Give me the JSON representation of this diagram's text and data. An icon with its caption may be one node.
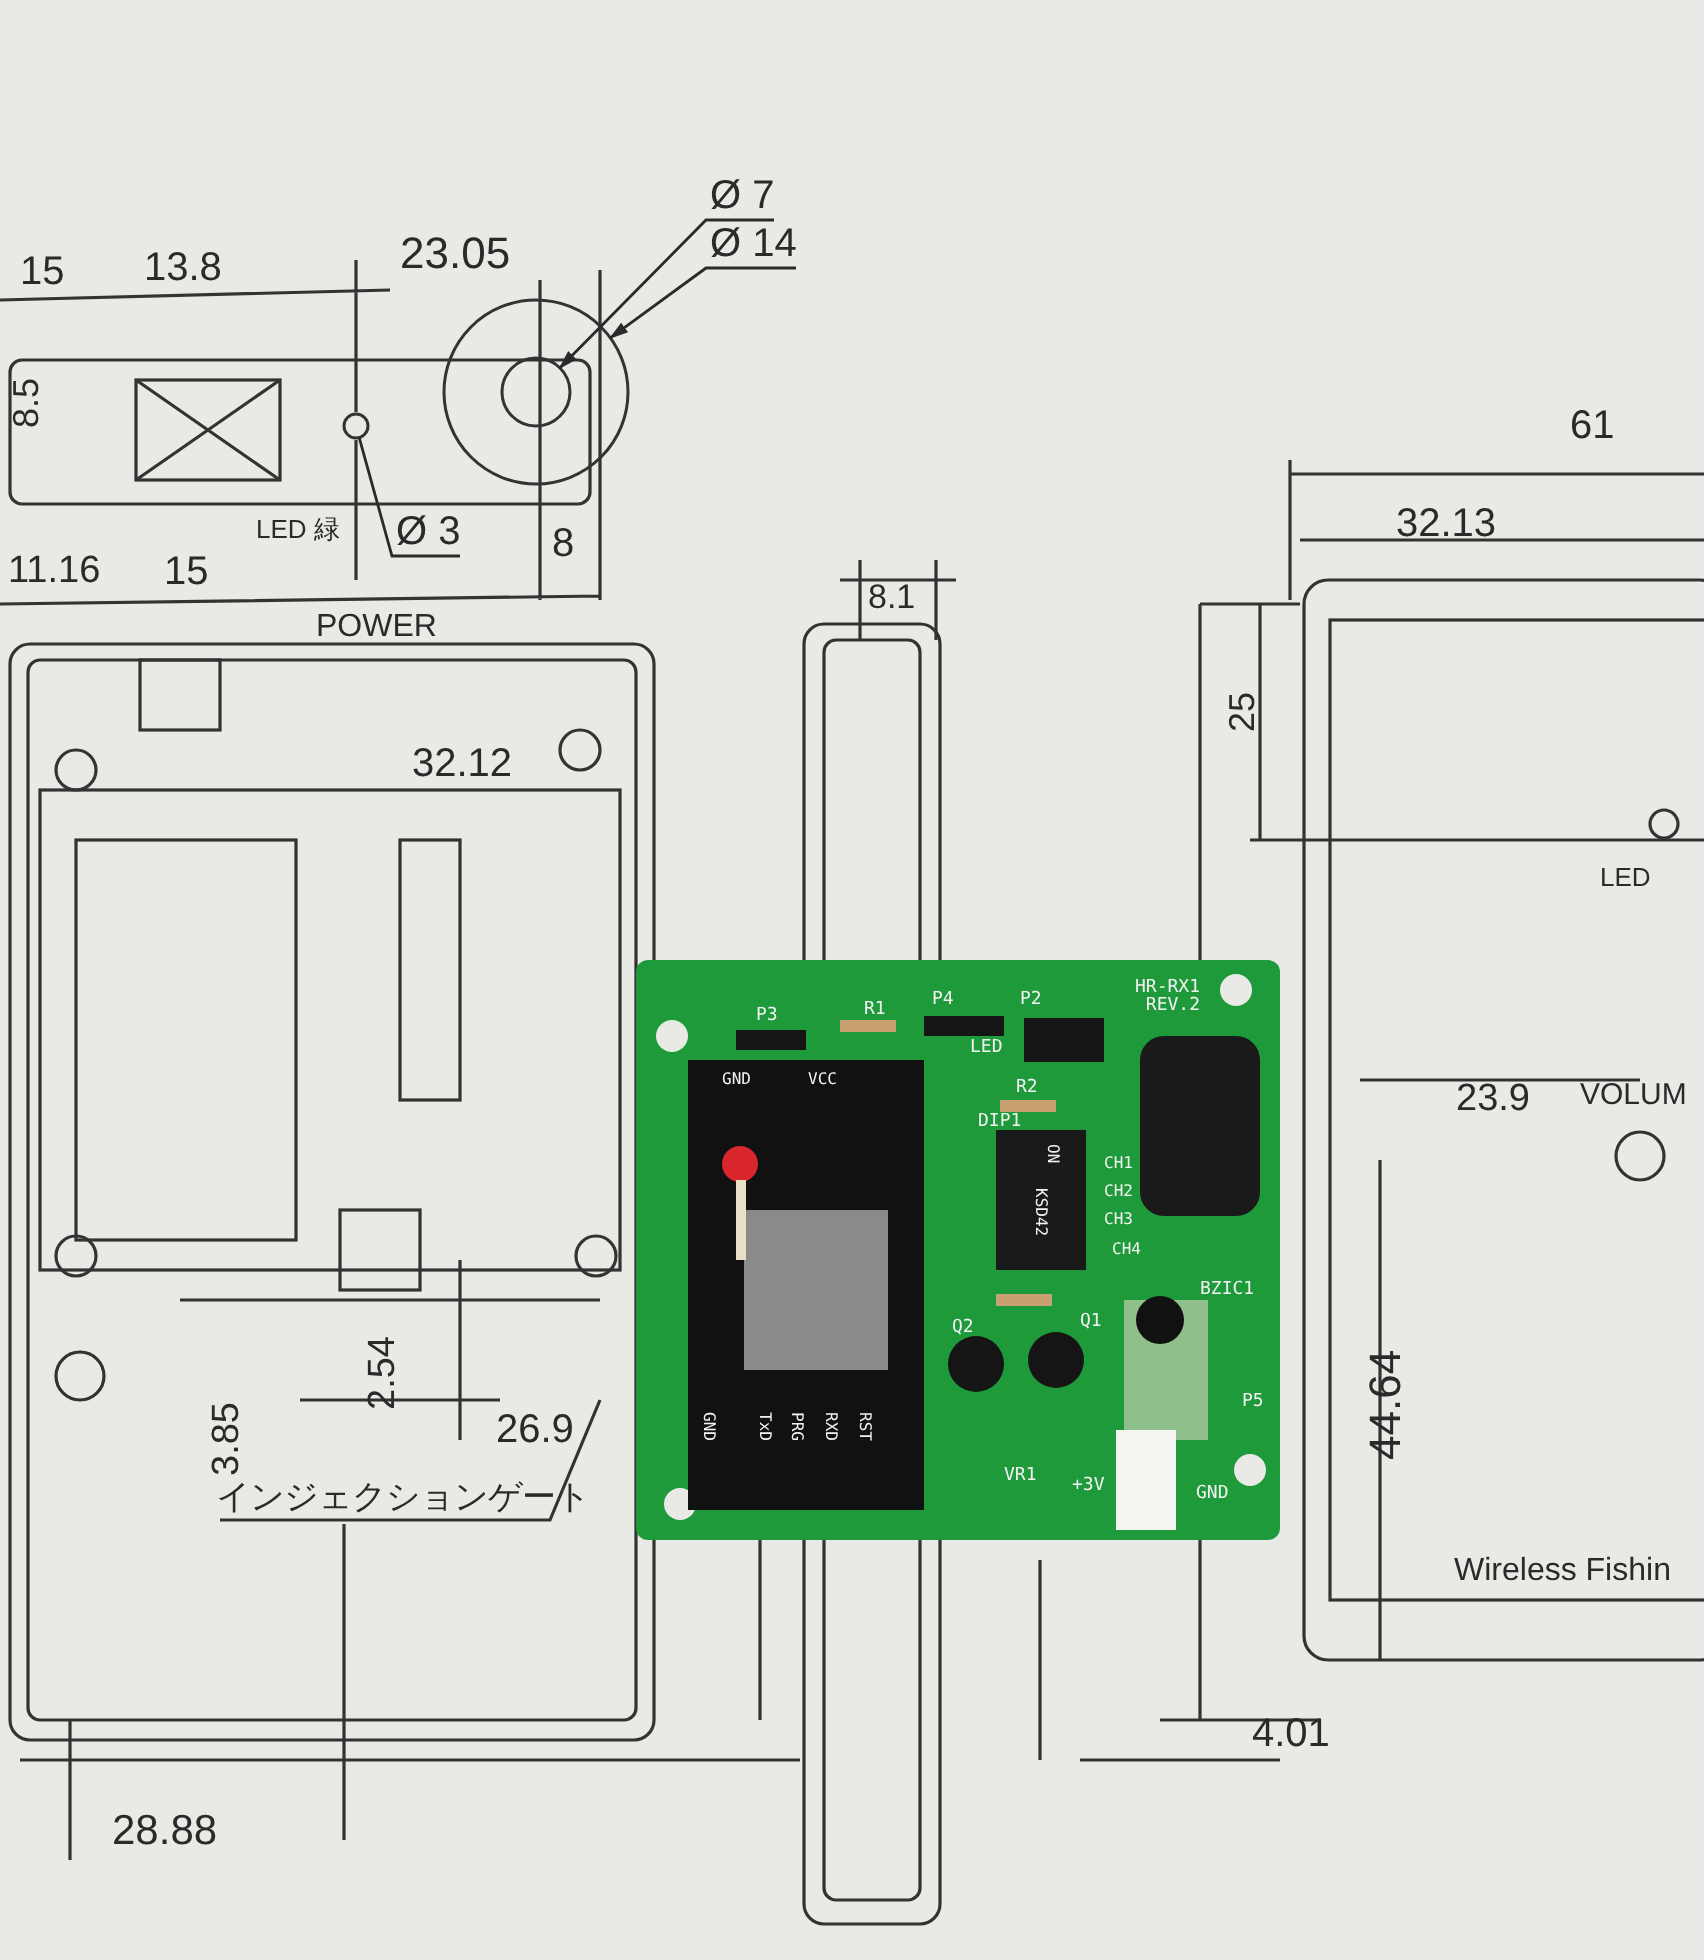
{
  "diagram": {
    "nodes": [
      {
        "text": [
          "Ø 7"
        ]
      },
      {
        "text": [
          "Ø 14"
        ]
      },
      {
        "text": [
          "Ø 3"
        ]
      },
      {
        "text": [],
        "shape": "circle"
      },
      {
        "text": [],
        "shape": "circle",
        "in": 3
      },
      {
        "text": [],
        "shape": "circle"
      }
    ],
    "edges": [
      {
        "from": 0,
        "to": 4,
        "arrow": "to"
      },
      {
        "from": 1,
        "to": 3,
        "arrow": "to"
      },
      {
        "from": 2,
        "to": 5,
        "arrow": "none"
      }
    ],
    "labels": [
      "15",
      "13.8",
      "23.05",
      "8.5",
      "LED 緑",
      "8",
      "11.16",
      "15",
      "POWER",
      "61",
      "32.13",
      "8.1",
      "25",
      "32.12",
      "LED",
      "23.9",
      "VOLUM",
      "2.54",
      "26.9",
      "3.85",
      "インジェクションゲート",
      "44.64",
      "Wireless Fishin",
      "4.01",
      "28.88",
      "P3",
      "R1",
      "P4",
      "P2",
      "HR-RX1 REV.2",
      "LED",
      "GND",
      "VCC",
      "R2",
      "DIP1",
      "ON",
      "KSD42",
      "CH1",
      "CH2",
      "CH3",
      "CH4",
      "BZIC1",
      "Q2",
      "Q1",
      "P5",
      "GND",
      "TxD",
      "PRG",
      "RXD",
      "RST",
      "VR1",
      "+3V",
      "GND"
    ]
  }
}
